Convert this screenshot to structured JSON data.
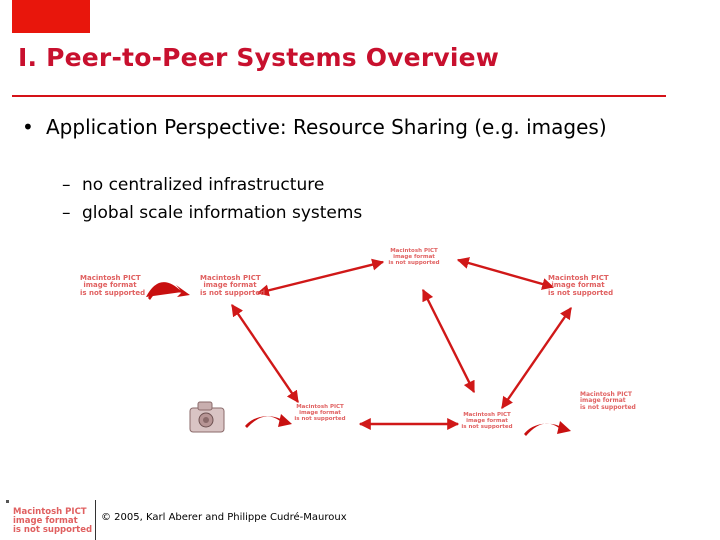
{
  "slide": {
    "title": "I. Peer-to-Peer Systems Overview",
    "bullet": {
      "marker": "•",
      "text": "Application Perspective: Resource Sharing (e.g. images)",
      "subitems": [
        {
          "marker": "–",
          "text": "no centralized infrastructure"
        },
        {
          "marker": "–",
          "text": "global scale information systems"
        }
      ]
    },
    "diagram": {
      "placeholder_lines": [
        "Macintosh PICT",
        "image format",
        "is not supported"
      ],
      "placeholder_lines_alt": [
        "Macintosh PICT",
        "image format",
        "is not supported"
      ],
      "placeholder_lines_vertical": [
        "Macintosh PICT",
        "image format",
        "is not supported"
      ]
    },
    "footer": "© 2005, Karl Aberer and Philippe Cudré-Mauroux",
    "accent_color": "#c8102e"
  }
}
